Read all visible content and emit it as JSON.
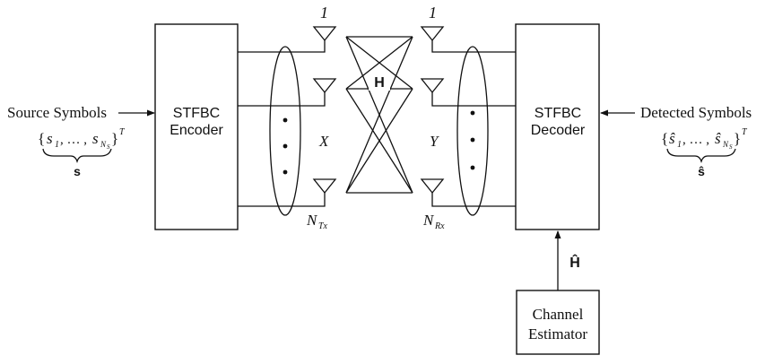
{
  "source": {
    "label": "Source Symbols",
    "set_open": "{",
    "set_sym1": "s",
    "set_sub1": "1",
    "set_sep": ", … ,",
    "set_symN": "s",
    "set_subN": "N",
    "set_subN2": "S",
    "set_close": "}",
    "set_sup": "T",
    "vector": "s"
  },
  "encoder": {
    "line1": "STFBC",
    "line2": "Encoder"
  },
  "tx": {
    "top_index": "1",
    "bottom_main": "N",
    "bottom_sub": "Tx",
    "signal": "X"
  },
  "channel": {
    "label": "H"
  },
  "rx": {
    "top_index": "1",
    "bottom_main": "N",
    "bottom_sub": "Rx",
    "signal": "Y"
  },
  "decoder": {
    "line1": "STFBC",
    "line2": "Decoder"
  },
  "detected": {
    "label": "Detected Symbols",
    "set_open": "{",
    "set_sym1": "ŝ",
    "set_sub1": "1",
    "set_sep": ", … ,",
    "set_symN": "ŝ",
    "set_subN": "N",
    "set_subN2": "S",
    "set_close": "}",
    "set_sup": "T",
    "vector": "ŝ"
  },
  "estimate": {
    "label": "Ĥ"
  },
  "estimator": {
    "line1": "Channel",
    "line2": "Estimator"
  }
}
